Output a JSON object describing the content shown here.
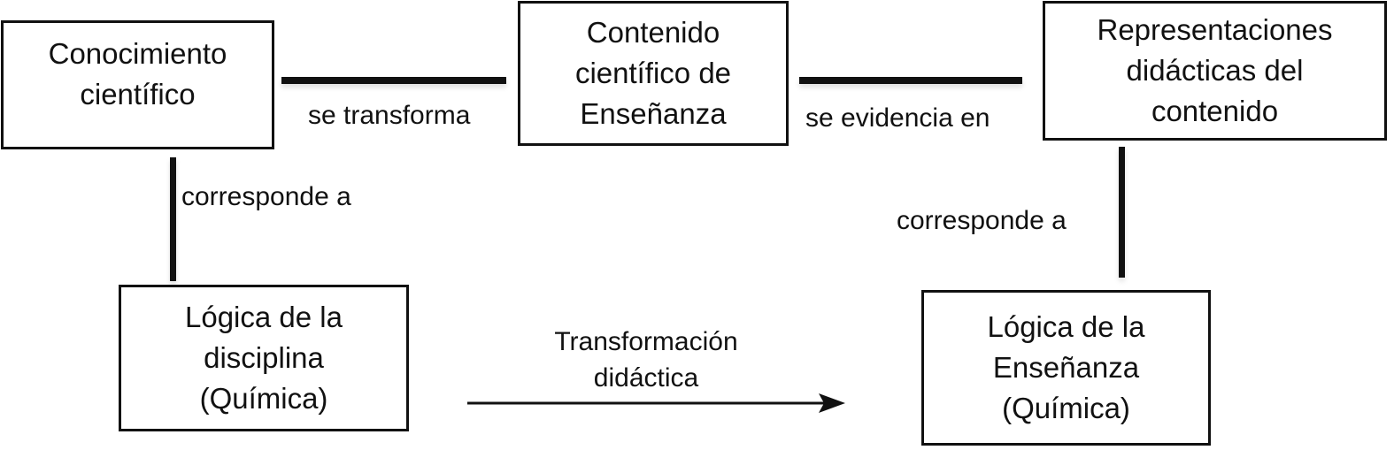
{
  "nodes": {
    "conocimiento": [
      "Conocimiento",
      "científico"
    ],
    "contenido": [
      "Contenido",
      "científico de",
      "Enseñanza"
    ],
    "representaciones": [
      "Representaciones",
      "didácticas del",
      "contenido"
    ],
    "logica_disciplina": [
      "Lógica de la",
      "disciplina",
      "(Química)"
    ],
    "logica_ensenanza": [
      "Lógica de la",
      "Enseñanza",
      "(Química)"
    ]
  },
  "edges": {
    "se_transforma": "se transforma",
    "se_evidencia": "se evidencia en",
    "corresponde_left": "corresponde a",
    "corresponde_right": "corresponde a",
    "transformacion": [
      "Transformación",
      "didáctica"
    ]
  },
  "colors": {
    "line": "#111111",
    "background": "#ffffff"
  }
}
